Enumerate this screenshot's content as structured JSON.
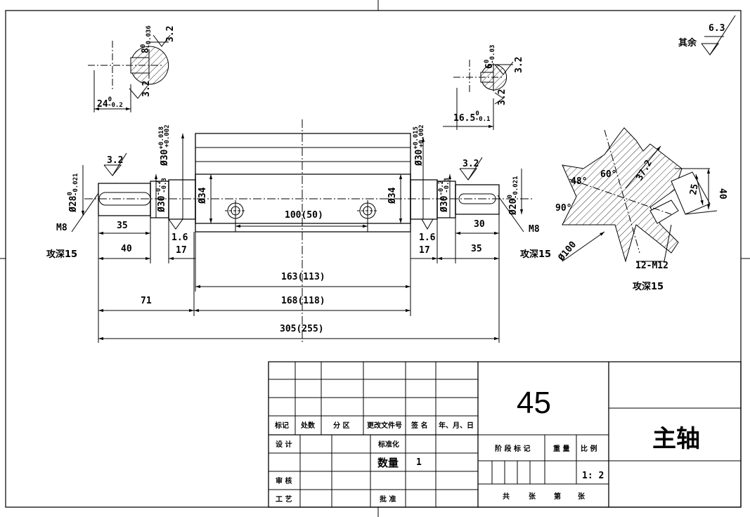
{
  "roughness": {
    "default_value": "6.3",
    "default_label": "其余",
    "key_value": "3.2",
    "shoulder_value": "1.6"
  },
  "section_left": {
    "keyway_depth": "8",
    "keyway_depth_tol_upper": "0",
    "keyway_depth_tol_lower": "-0.036",
    "width": "24",
    "width_tol_upper": "0",
    "width_tol_lower": "-0.2"
  },
  "section_right": {
    "keyway_depth": "6",
    "keyway_depth_tol_upper": "0",
    "keyway_depth_tol_lower": "-0.03",
    "width": "16.5",
    "width_tol_upper": "0",
    "width_tol_lower": "-0.1"
  },
  "shaft": {
    "d_left_end": "Ø28",
    "d_left_end_tol_upper": "0",
    "d_left_end_tol_lower": "-0.021",
    "d_left_bearing": "Ø30",
    "d_left_bearing_tol_upper": "+0.018",
    "d_left_bearing_tol_lower": "+0.002",
    "d_left_step": "Ø30",
    "d_left_step_tol_upper": "-0.2",
    "d_left_step_tol_lower": "-0.3",
    "d_body_left": "Ø34",
    "d_body_right": "Ø34",
    "d_right_bearing": "Ø30",
    "d_right_bearing_tol_upper": "+0.015",
    "d_right_bearing_tol_lower": "+0.002",
    "d_right_step": "Ø30",
    "d_right_step_tol_upper": "-0.2",
    "d_right_step_tol_lower": "-0.3",
    "d_right_end": "Ø20",
    "d_right_end_tol_upper": "0",
    "d_right_end_tol_lower": "-0.021",
    "thread": "M8",
    "tap_depth": "攻深15",
    "len_left_key": "35",
    "len_left_end": "40",
    "len_left_shoulder": "17",
    "hole_spacing": "100(50)",
    "len_right_key": "30",
    "len_right_shoulder": "17",
    "len_right_end": "35",
    "len_body_inner": "163(113)",
    "len_left_total": "71",
    "len_body": "168(118)",
    "len_total": "305(255)"
  },
  "detail": {
    "angle_48": "48°",
    "angle_60": "60°",
    "angle_90": "90°",
    "dim_37_2": "37.2",
    "dim_25": "25",
    "dim_40": "40",
    "dia_100": "Ø100",
    "thread": "12-M12",
    "tap_depth": "攻深15"
  },
  "title_block": {
    "material": "45",
    "part_name": "主轴",
    "h_mark": "标记",
    "h_count": "处数",
    "h_zone": "分 区",
    "h_docno": "更改文件号",
    "h_sign": "签 名",
    "h_date": "年、月、日",
    "design": "设 计",
    "standardize": "标准化",
    "quantity_label": "数量",
    "quantity": "1",
    "review": "审 核",
    "process": "工 艺",
    "approve": "批 准",
    "stage_mark": "阶 段 标 记",
    "weight": "重 量",
    "scale_label": "比 例",
    "scale": "1: 2",
    "total_sheets": "共",
    "sheet_unit1": "张",
    "sheet_no": "第",
    "sheet_unit2": "张"
  }
}
